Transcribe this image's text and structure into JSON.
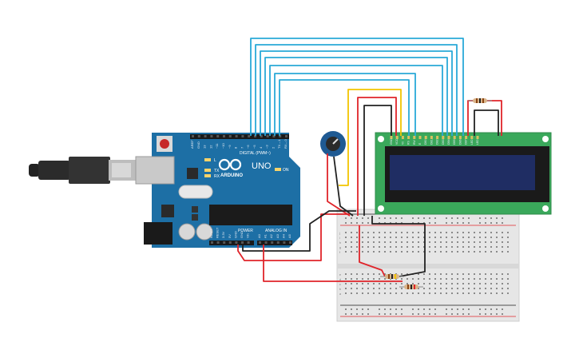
{
  "arduino": {
    "logo_text": "ARDUINO",
    "model_text": "UNO",
    "digital_header": "DIGITAL (PWM~)",
    "power_header": "POWER",
    "analog_header": "ANALOG IN",
    "led_on": "ON",
    "led_l": "L",
    "led_tx": "TX",
    "led_rx": "RX",
    "digital_pins": [
      "AREF",
      "GND",
      "13",
      "12",
      "~11",
      "~10",
      "~9",
      "8",
      "7",
      "~6",
      "~5",
      "4",
      "~3",
      "2",
      "TX→1",
      "RX←0"
    ],
    "power_pins": [
      "IOREF",
      "RESET",
      "3.3V",
      "5V",
      "GND",
      "GND",
      "Vin"
    ],
    "analog_pins": [
      "A0",
      "A1",
      "A2",
      "A3",
      "A4",
      "A5"
    ]
  },
  "lcd": {
    "pin_labels": [
      "GND",
      "VCC",
      "V0",
      "RS",
      "RW",
      "E",
      "DB0",
      "DB1",
      "DB2",
      "DB3",
      "DB4",
      "DB5",
      "DB6",
      "DB7",
      "LED",
      "LED"
    ]
  },
  "breadboard": {
    "row_letters_top": [
      "j",
      "i",
      "h",
      "g",
      "f"
    ],
    "row_letters_bottom": [
      "e",
      "d",
      "c",
      "b",
      "a"
    ]
  },
  "colors": {
    "arduino_blue": "#1d6fa5",
    "wire_blue": "#2aa9d8",
    "wire_red": "#e0242a",
    "wire_black": "#222222",
    "wire_yellow": "#f2c500",
    "lcd_green": "#3aa85b",
    "lcd_screen": "#1a2a5a",
    "breadboard": "#e6e6e6"
  }
}
